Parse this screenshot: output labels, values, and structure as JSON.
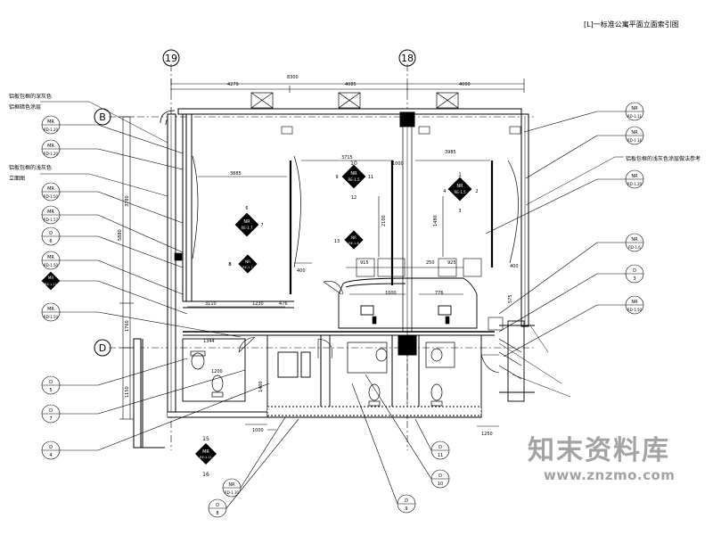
{
  "title": "[L]一标准公寓平面立面索引图",
  "grid": {
    "g19": "19",
    "g18": "18",
    "gB": "B",
    "gD": "D"
  },
  "dims_top": {
    "overall": "8300",
    "left": "4279",
    "mid": "4085",
    "right": "4000"
  },
  "dims_left": {
    "a": "3780",
    "b": "5880",
    "c": "1760",
    "d": "1150"
  },
  "dims_inner": {
    "d3715": "3715",
    "d3985": "3985",
    "d3885": "3885",
    "d1000a": "1000",
    "d400a": "400",
    "d400b": "400",
    "d3110": "3110",
    "d1230": "1230",
    "d476": "476",
    "d1000b": "1000",
    "d776": "776",
    "d915": "915",
    "d250": "250",
    "d925": "925",
    "d1200": "1200",
    "d1250": "1250",
    "d1000c": "1000",
    "d1480": "1480",
    "d2100": "2100",
    "d575": "575",
    "d1344": "1344",
    "d1400": "1400"
  },
  "notes": {
    "n1a": "铝板包框的深灰色",
    "n1b": "铝框暗色涂层",
    "n2a": "铝板包框的浅灰色",
    "n2b": "立面图",
    "n3": "铝板包框的浅灰色涂层做法参考"
  },
  "callouts": {
    "c01": {
      "top": "MR",
      "bot": "RD-1.20"
    },
    "c02": {
      "top": "MR",
      "bot": "RD-1.20"
    },
    "c03": {
      "top": "MR",
      "bot": "RD-1.50"
    },
    "c04": {
      "top": "MR",
      "bot": "RD-1.57"
    },
    "c05": {
      "top": "D",
      "bot": "6"
    },
    "c06": {
      "top": "MR",
      "bot": "RD-1.50"
    },
    "c07": {
      "top": "MR",
      "bot": "RE-1.12"
    },
    "c08": {
      "top": "MR",
      "bot": "RD-1.50"
    },
    "c09": {
      "top": "D",
      "bot": "5"
    },
    "c10": {
      "top": "D",
      "bot": "7"
    },
    "c11": {
      "top": "D",
      "bot": "4"
    },
    "c12": {
      "top": "NR",
      "bot": "RD-1.30"
    },
    "c13": {
      "top": "D",
      "bot": "8"
    },
    "c14": {
      "top": "D",
      "bot": "9"
    },
    "c15": {
      "top": "D",
      "bot": "10"
    },
    "c16": {
      "top": "D",
      "bot": "11"
    },
    "c17": {
      "top": "NR",
      "bot": "RD-1.11"
    },
    "c18": {
      "top": "NR",
      "bot": "RD-1.16"
    },
    "c19": {
      "top": "NR",
      "bot": "RD-1.20"
    },
    "c20": {
      "top": "NR",
      "bot": "RD-1.6"
    },
    "c21": {
      "top": "D",
      "bot": "3"
    },
    "c22": {
      "top": "NR",
      "bot": "RD-1.50"
    }
  },
  "markers": {
    "m1": {
      "top": "NR",
      "bot": "RE-1.7",
      "n1": "6",
      "n2": "7",
      "n3": "8"
    },
    "m2": {
      "top": "NR",
      "bot": "RE-1.5",
      "n1": "10",
      "n2": "11",
      "n3": "12",
      "n4": "9"
    },
    "m3": {
      "top": "NR",
      "bot": "RE-1.5",
      "n1": "1",
      "n2": "2",
      "n3": "3",
      "n4": "4"
    },
    "m4": {
      "top": "NR",
      "bot": "RE-1.7",
      "n1": "8"
    },
    "m5": {
      "top": "NR",
      "bot": "RE-1.6",
      "n1": "13"
    },
    "m6": {
      "top": "MR",
      "bot": "RE-1.11",
      "n1": "15",
      "n2": "16"
    }
  },
  "watermark": {
    "cn": "知末资料库",
    "url": "www.znzmo.com"
  }
}
